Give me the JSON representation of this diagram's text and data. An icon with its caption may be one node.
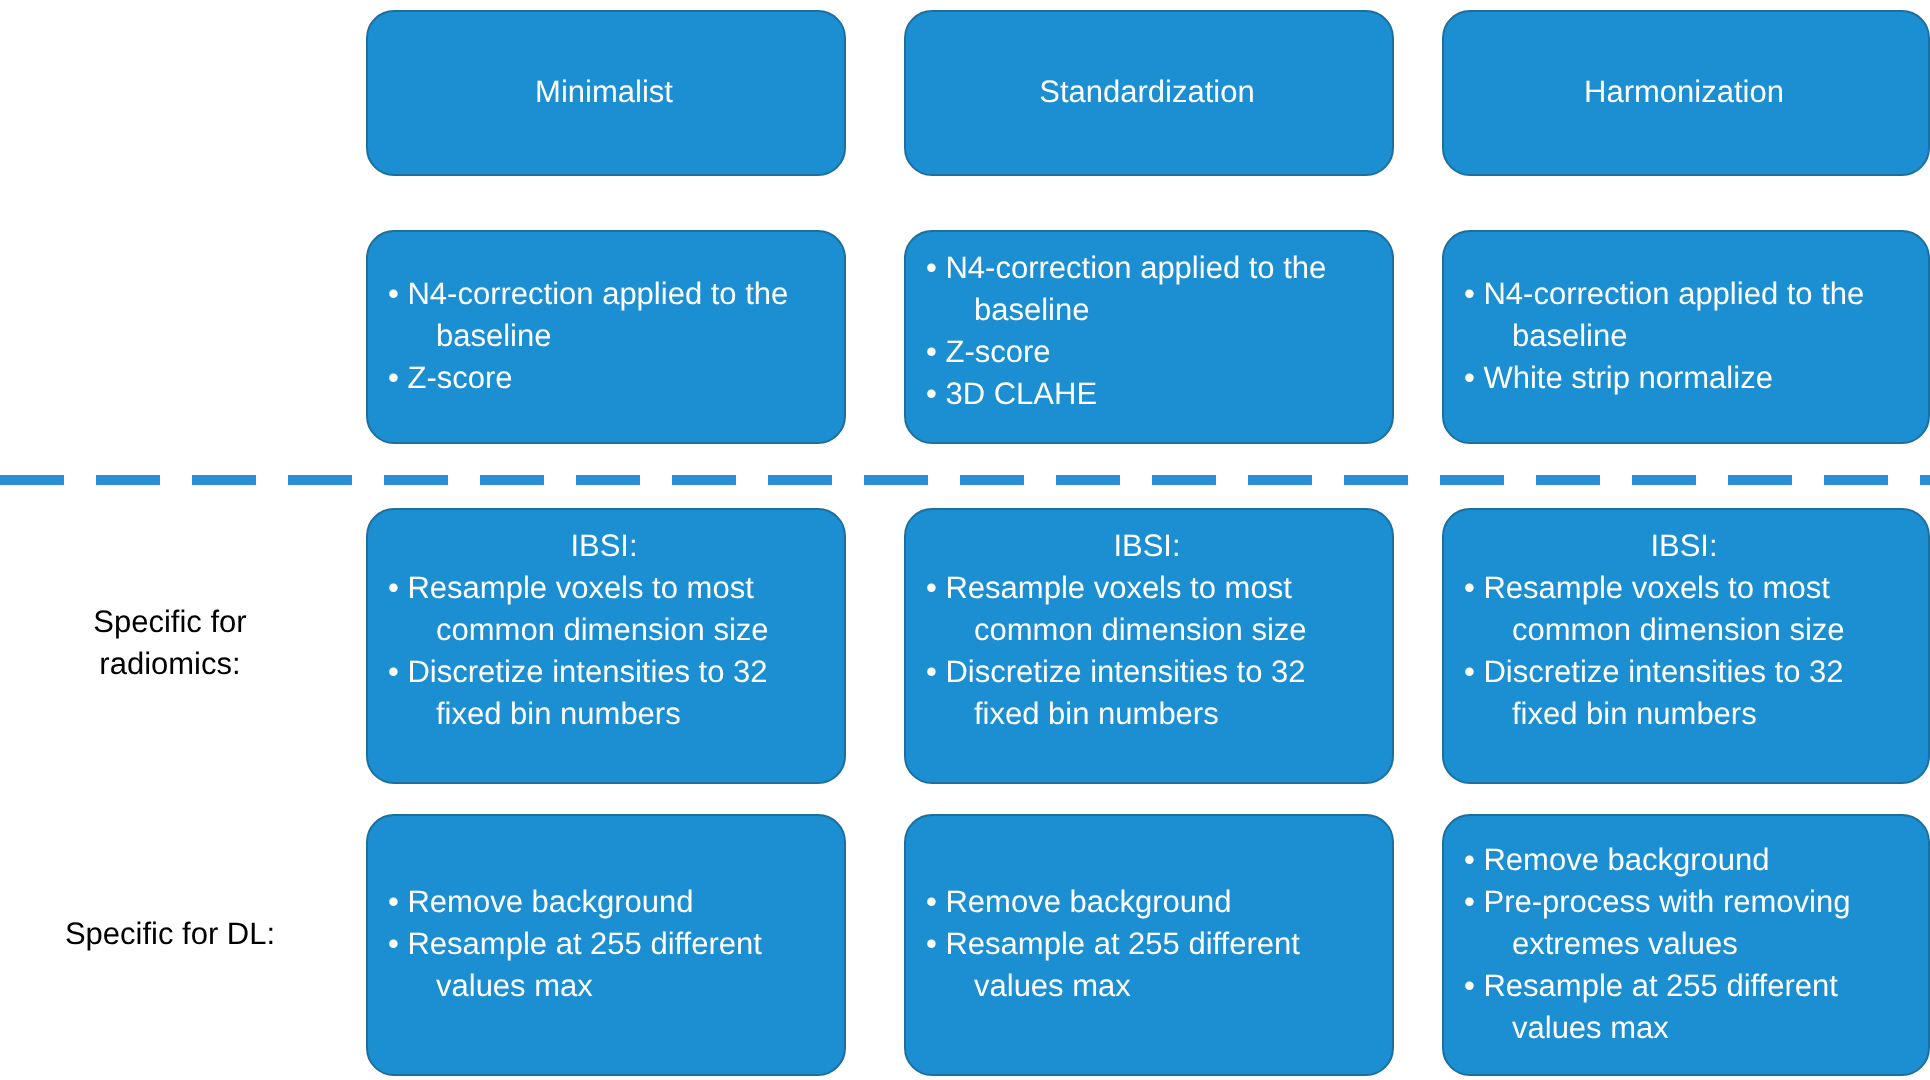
{
  "diagram": {
    "nodes": [
      {
        "text": [
          "Minimalist"
        ]
      },
      {
        "text": [
          "Standardization"
        ]
      },
      {
        "text": [
          "Harmonization"
        ]
      },
      {
        "text": [
          "• N4-correction applied to the baseline",
          "• Z-score"
        ]
      },
      {
        "text": [
          "• N4-correction applied to the baseline",
          "• Z-score",
          "• 3D CLAHE"
        ]
      },
      {
        "text": [
          "• N4-correction applied to the baseline",
          "• White strip normalize"
        ]
      },
      {
        "text": [
          "IBSI:",
          "• Resample voxels to most common dimension size",
          "• Discretize intensities to 32 fixed bin numbers"
        ]
      },
      {
        "text": [
          "IBSI:",
          "• Resample voxels to most common dimension size",
          "• Discretize intensities to 32 fixed bin numbers"
        ]
      },
      {
        "text": [
          "IBSI:",
          "• Resample voxels to most common dimension size",
          "• Discretize intensities to 32 fixed bin numbers"
        ]
      },
      {
        "text": [
          "• Remove background",
          "• Resample at 255 different values max"
        ]
      },
      {
        "text": [
          "• Remove background",
          "• Resample at 255 different values max"
        ]
      },
      {
        "text": [
          "• Remove background",
          "• Pre-process with removing extremes values",
          "• Resample at 255 different values max"
        ]
      }
    ],
    "edges": [],
    "labels": [
      "Specific for radiomics:",
      "Specific for DL:"
    ]
  }
}
